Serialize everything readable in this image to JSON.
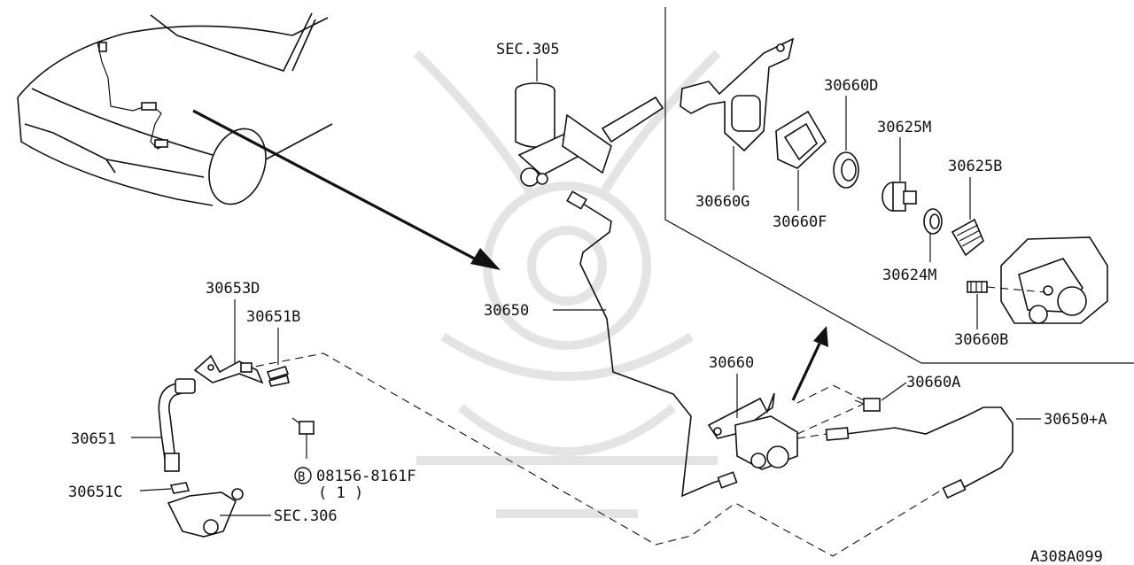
{
  "diagram": {
    "colors": {
      "ink": "#111111",
      "paper": "#ffffff",
      "watermark": "#e4e4e4"
    },
    "labels": {
      "sec305": "SEC.305",
      "sec306": "SEC.306",
      "p30660D": "30660D",
      "p30625M": "30625M",
      "p30625B": "30625B",
      "p30660G": "30660G",
      "p30660F": "30660F",
      "p30624M": "30624M",
      "p30660B": "30660B",
      "p30653D": "30653D",
      "p30651B": "30651B",
      "p30650": "30650",
      "p30660": "30660",
      "p30660A": "30660A",
      "p30650A": "30650+A",
      "p30651": "30651",
      "p30651C": "30651C",
      "bolt": "08156-8161F",
      "bolt_qty": "( 1 )",
      "bolt_badge": "B",
      "ref": "A308A099"
    },
    "icons": [
      "master-cylinder-icon",
      "operating-cylinder-icon",
      "clutch-hose-icon",
      "bolt-icon",
      "arrow-icon"
    ]
  }
}
